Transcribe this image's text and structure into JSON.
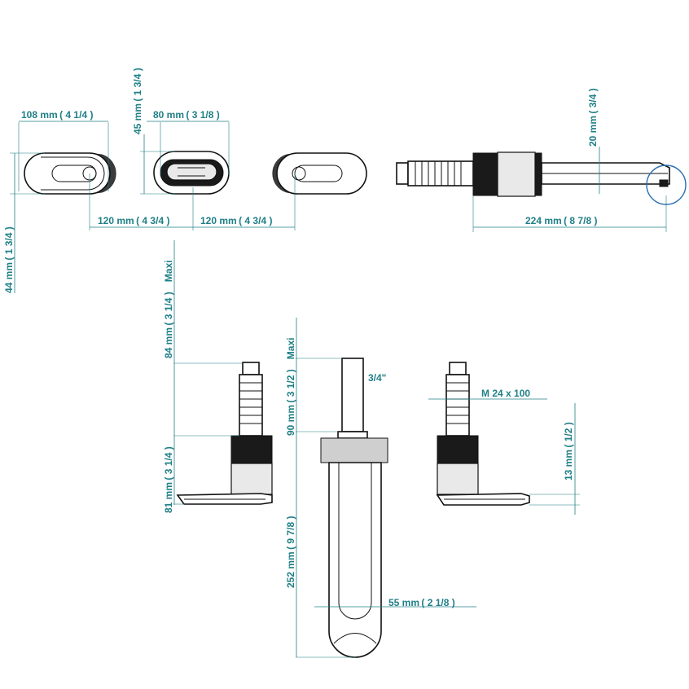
{
  "dimensions": {
    "plate_width": "108 mm ( 4 1/4 )",
    "plate_height": "44 mm ( 1 3/4 )",
    "center_plate_width": "80 mm ( 3 1/8 )",
    "center_plate_height": "45 mm ( 1 3/4 )",
    "spacing_left": "120 mm ( 4 3/4 )",
    "spacing_right": "120 mm ( 4 3/4 )",
    "spout_length": "224 mm ( 8 7/8 )",
    "spout_height": "20 mm ( 3/4 )",
    "handle_shank": "84 mm ( 3 1/4 ) Maxi",
    "handle_height": "81 mm ( 3 1/4 )",
    "spout_shank": "90 mm ( 3 1/2 ) Maxi",
    "spout_total": "252 mm ( 9 7/8 )",
    "spout_width": "55 mm ( 2 1/8 )",
    "plate_thickness": "13 mm ( 1/2 )",
    "connection": "3/4\"",
    "thread": "M 24 x 100"
  }
}
